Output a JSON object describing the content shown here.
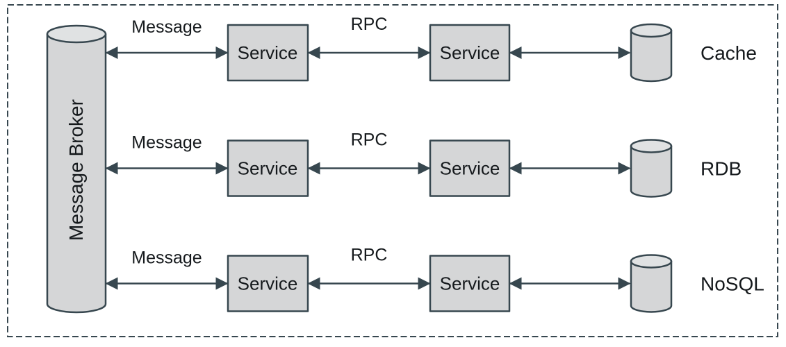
{
  "colors": {
    "stroke": "#37474f",
    "text": "#15191c",
    "fill": "#d5d6d7",
    "fill_light": "#e0e2e3",
    "background": "#ffffff"
  },
  "diagram": {
    "broker_label": "Message Broker",
    "rows": [
      {
        "message": "Message",
        "rpc": "RPC",
        "service_left": "Service",
        "service_right": "Service",
        "datastore": "Cache"
      },
      {
        "message": "Message",
        "rpc": "RPC",
        "service_left": "Service",
        "service_right": "Service",
        "datastore": "RDB"
      },
      {
        "message": "Message",
        "rpc": "RPC",
        "service_left": "Service",
        "service_right": "Service",
        "datastore": "NoSQL"
      }
    ]
  }
}
